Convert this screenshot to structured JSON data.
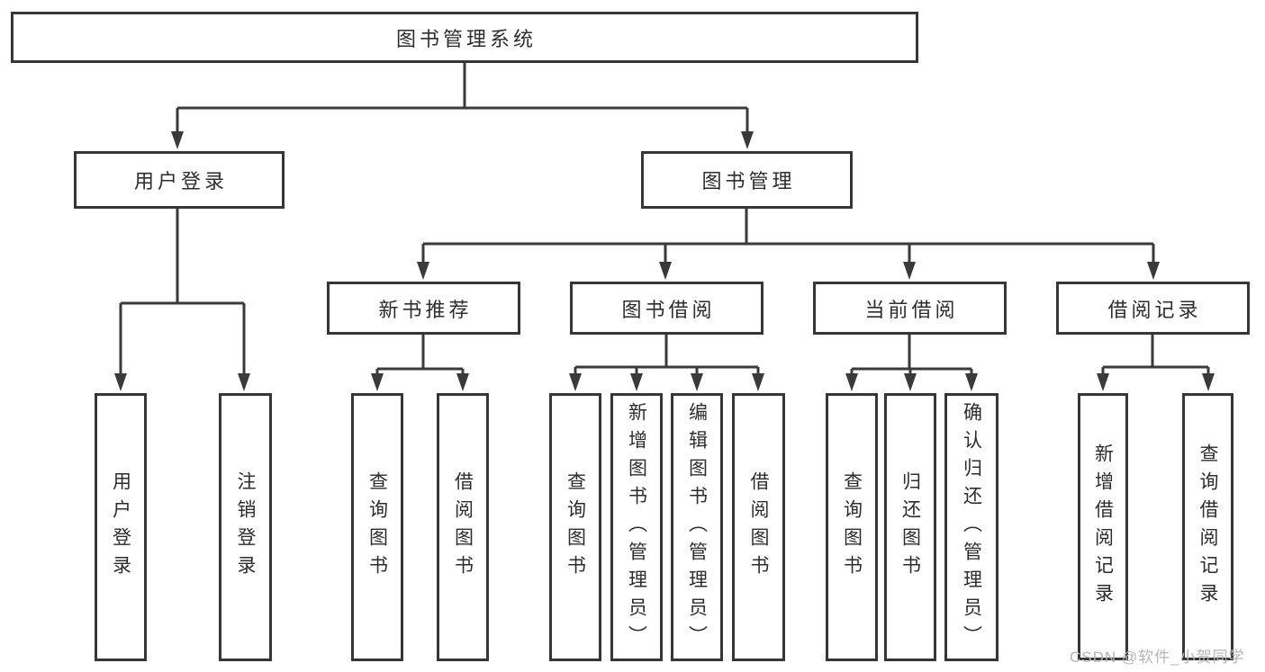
{
  "watermark": "CSDN @软件_小贺同学",
  "colors": {
    "line": "#3a3a3a",
    "box_border": "#363636",
    "text": "#2d2d2d",
    "watermark": "#b5b5b5",
    "background": "#ffffff"
  },
  "tree": {
    "root": "图书管理系统",
    "branches": [
      {
        "label": "用户登录",
        "children": [
          "用户登录",
          "注销登录"
        ]
      },
      {
        "label": "图书管理",
        "children": [
          {
            "label": "新书推荐",
            "children": [
              "查询图书",
              "借阅图书"
            ]
          },
          {
            "label": "图书借阅",
            "children": [
              "查询图书",
              "新增图书（管理员）",
              "编辑图书（管理员）",
              "借阅图书"
            ]
          },
          {
            "label": "当前借阅",
            "children": [
              "查询图书",
              "归还图书",
              "确认归还（管理员）"
            ]
          },
          {
            "label": "借阅记录",
            "children": [
              "新增借阅记录",
              "查询借阅记录"
            ]
          }
        ]
      }
    ]
  }
}
